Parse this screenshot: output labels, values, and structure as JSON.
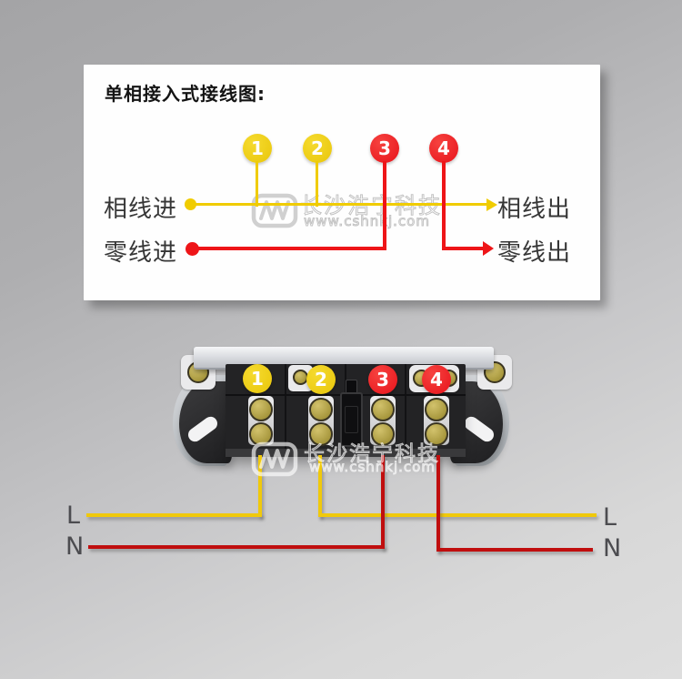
{
  "panel": {
    "title": "单相接入式接线图:"
  },
  "terminals": [
    {
      "number": "1",
      "type": "phase",
      "color": "#eec70e"
    },
    {
      "number": "2",
      "type": "phase",
      "color": "#eec70e"
    },
    {
      "number": "3",
      "type": "neutral",
      "color": "#ee1c23"
    },
    {
      "number": "4",
      "type": "neutral",
      "color": "#ee1c23"
    }
  ],
  "schematic_labels": {
    "phase_in": "相线进",
    "neutral_in": "零线进",
    "phase_out": "相线出",
    "neutral_out": "零线出"
  },
  "wire_colors": {
    "phase_line": "#f0cc00",
    "neutral_line": "#ee1518",
    "phase_cable": "#f0c90b",
    "neutral_cable": "#c00e0e"
  },
  "watermark": {
    "company": "长沙浩宁科技",
    "website": "www.cshnkj.com"
  },
  "output_labels": {
    "left_live": "L",
    "left_neutral": "N",
    "right_live": "L",
    "right_neutral": "N"
  }
}
